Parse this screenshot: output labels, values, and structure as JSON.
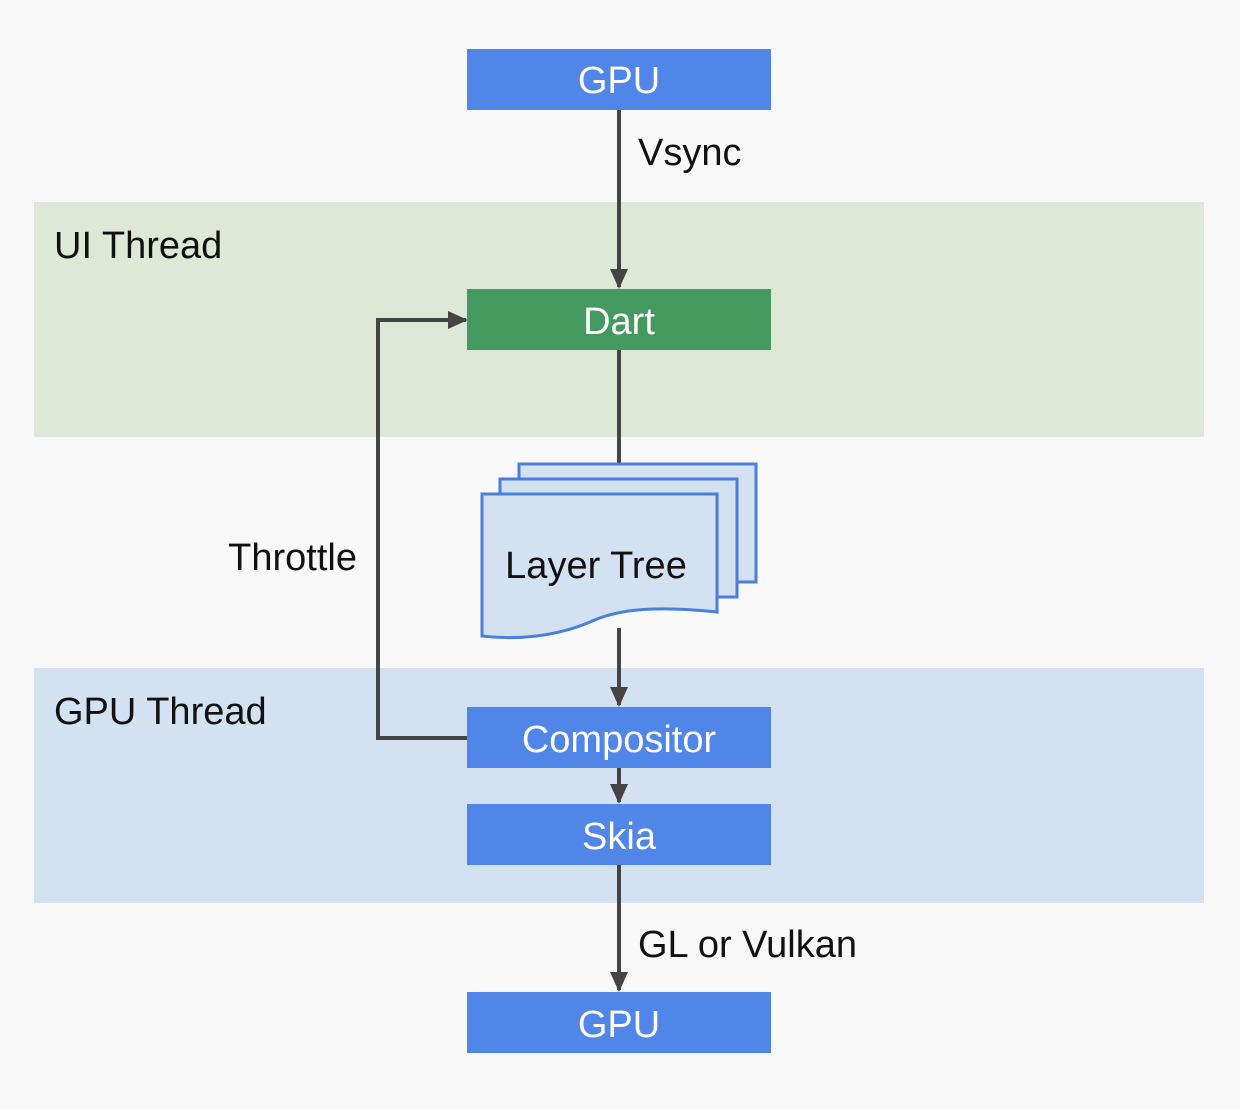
{
  "colors": {
    "background": "#f8f8f8",
    "ui_thread_band": "#dde8d6",
    "gpu_thread_band": "#d3e1f0",
    "box_blue": "#5186e9",
    "box_green": "#449a5e",
    "layer_tree_fill": "#d3e1f0",
    "layer_tree_stroke": "#4a7fdc",
    "arrow": "#444444",
    "text_dark": "#111111",
    "text_light": "#ffffff"
  },
  "regions": {
    "ui_thread": "UI Thread",
    "gpu_thread": "GPU Thread"
  },
  "nodes": {
    "gpu_top": "GPU",
    "dart": "Dart",
    "layer_tree": "Layer Tree",
    "compositor": "Compositor",
    "skia": "Skia",
    "gpu_bottom": "GPU"
  },
  "edges": {
    "vsync": "Vsync",
    "throttle": "Throttle",
    "gl_or_vulkan": "GL or Vulkan"
  }
}
